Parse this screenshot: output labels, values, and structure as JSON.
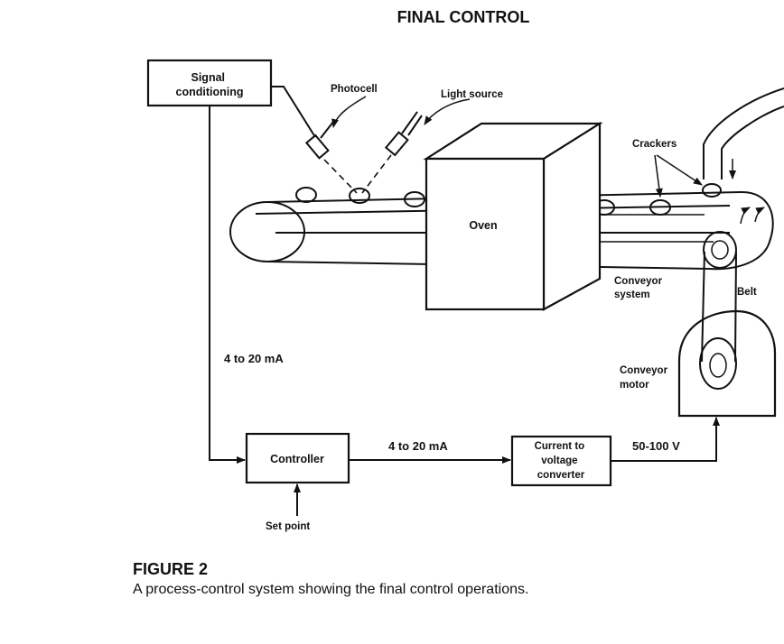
{
  "title": "FINAL CONTROL",
  "blocks": {
    "signal_conditioning": [
      "Signal",
      "conditioning"
    ],
    "controller": "Controller",
    "converter": [
      "Current to",
      "voltage",
      "converter"
    ],
    "oven": "Oven"
  },
  "labels": {
    "photocell": "Photocell",
    "light_source": "Light source",
    "crackers": "Crackers",
    "conveyor_system": [
      "Conveyor",
      "system"
    ],
    "belt": "Belt",
    "conveyor_motor": [
      "Conveyor",
      "motor"
    ],
    "set_point": "Set point"
  },
  "signals": {
    "feedback": "4 to 20 mA",
    "controller_out": "4 to 20 mA",
    "motor_voltage": "50-100 V"
  },
  "caption": {
    "figure": "FIGURE 2",
    "text": "A process-control system showing the final control operations."
  }
}
